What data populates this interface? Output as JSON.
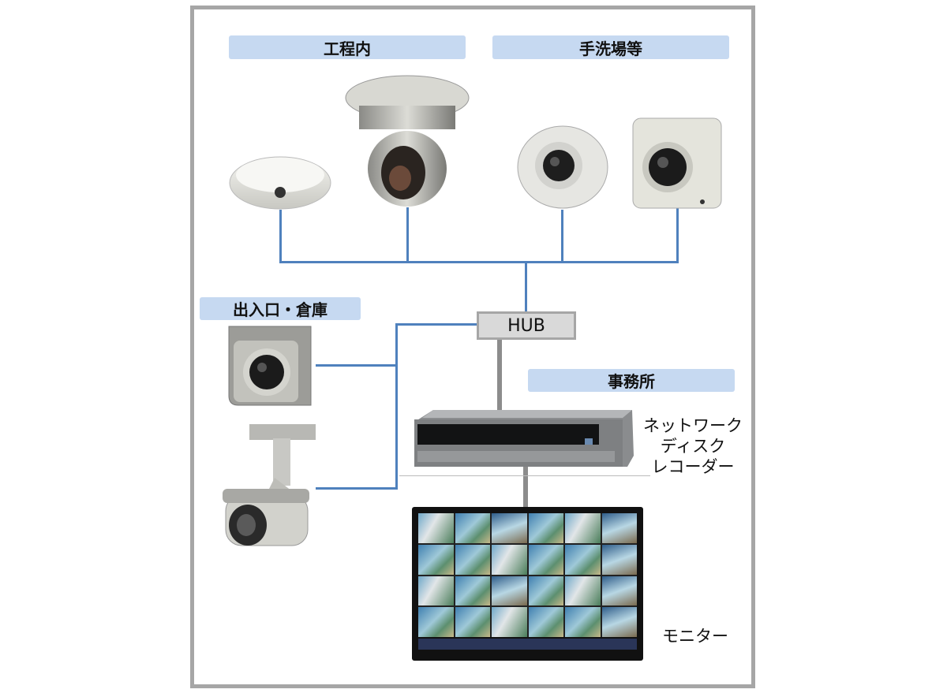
{
  "zones": {
    "process": "工程内",
    "washroom": "手洗場等",
    "entrance": "出入口・倉庫",
    "office": "事務所"
  },
  "hub": {
    "label": "HUB"
  },
  "recorder": {
    "lines": [
      "ネットワーク",
      "ディスク",
      "レコーダー"
    ]
  },
  "monitor": {
    "label": "モニター"
  },
  "colors": {
    "zone_bg": "#c6d9f1",
    "network_line": "#4f81bd",
    "frame": "#a6a6a6"
  }
}
